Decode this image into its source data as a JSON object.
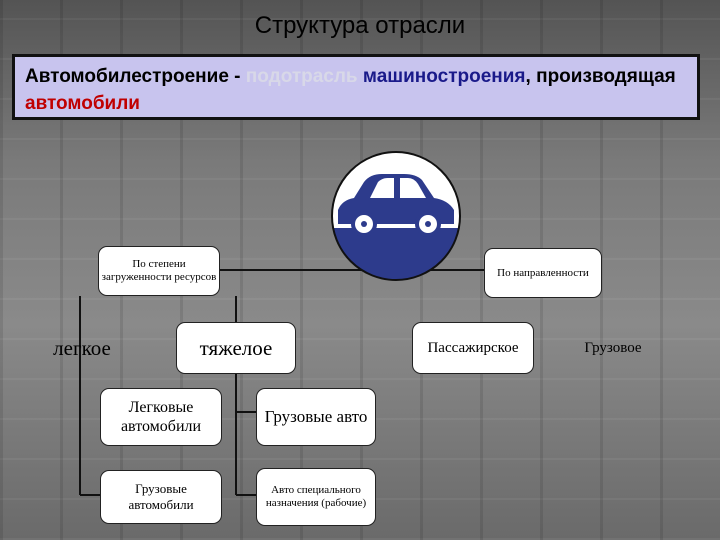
{
  "slide": {
    "title": "Структура отрасли"
  },
  "definition": {
    "part1": "Автомобилестроение - ",
    "part2": "подотрасль",
    "part3": " машиностроения",
    "part4": ", производящая ",
    "part5": "автомобили"
  },
  "tree": {
    "branch_left": "По степени загруженности ресурсов",
    "branch_right": "По направленности",
    "light": "легкое",
    "heavy": "тяжелое",
    "passenger": "Пассажирское",
    "freight": "Грузовое",
    "cars": "Легковые автомобили",
    "trucks_short": "Грузовые авто",
    "trucks": "Грузовые автомобили",
    "special": "Авто специального назначения (рабочие)"
  },
  "colors": {
    "definition_bg": "#c8c4ee",
    "logo_top": "#ffffff",
    "logo_bottom": "#2d3b8c"
  }
}
